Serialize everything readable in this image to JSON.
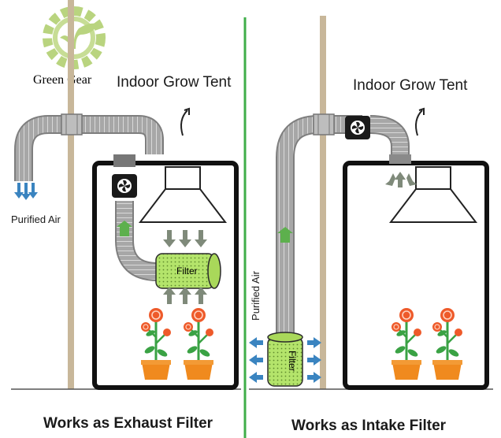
{
  "logo": {
    "text": "Green Gear",
    "colors": {
      "gear": "#b9d47f",
      "text": "#a9c86a"
    }
  },
  "left_panel": {
    "tent_title": "Indoor Grow Tent",
    "purified_air_label": "Purified Air",
    "filter_label": "Filter",
    "caption": "Works as Exhaust Filter"
  },
  "right_panel": {
    "tent_title": "Indoor Grow Tent",
    "purified_air_label": "Purified Air",
    "filter_label": "Filter",
    "caption": "Works as Intake Filter"
  },
  "colors": {
    "divider": "#3fae49",
    "pole": "#c8b79a",
    "tent": "#111111",
    "duct": "#9a9a9a",
    "filter": "#b4e46b",
    "arrow_blue": "#3a84c0",
    "arrow_gray": "#7f8a7a",
    "arrow_green": "#5db04d",
    "flower": "#ee5a2a",
    "pot": "#f08a1e",
    "leaf": "#3aa244"
  }
}
